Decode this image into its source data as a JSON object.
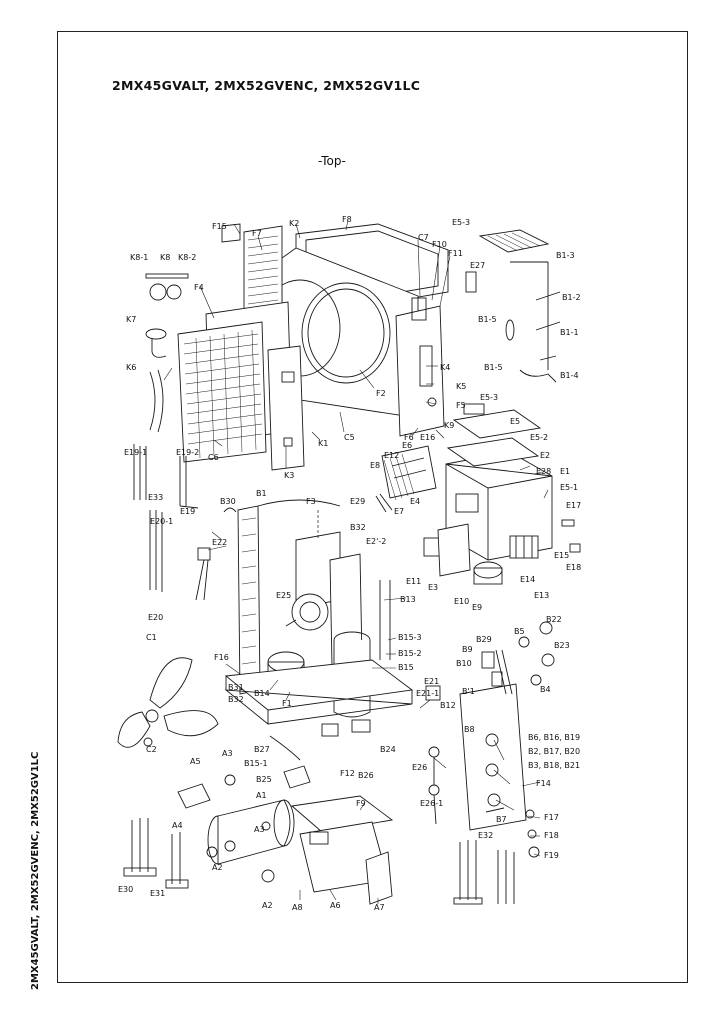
{
  "title": "2MX45GVALT, 2MX52GVENC, 2MX52GV1LC",
  "view_label": "-Top-",
  "side_text": "2MX45GVALT, 2MX52GVENC, 2MX52GV1LC",
  "part_labels": {
    "F15": "F15",
    "F7": "F7",
    "K2": "K2",
    "F8": "F8",
    "E5_3a": "E5-3",
    "K8_1": "K8-1",
    "K8": "K8",
    "K8_2": "K8-2",
    "C7": "C7",
    "F10": "F10",
    "F11": "F11",
    "E27": "E27",
    "B1_3": "B1-3",
    "B1_2": "B1-2",
    "F4": "F4",
    "K7": "K7",
    "B1_5a": "B1-5",
    "B1_1": "B1-1",
    "B1_5b": "B1-5",
    "B1_4": "B1-4",
    "K6": "K6",
    "K4": "K4",
    "K5": "K5",
    "F5": "F5",
    "F2": "F2",
    "C5": "C5",
    "K1": "K1",
    "C6": "C6",
    "K3": "K3",
    "F6": "F6",
    "K9": "K9",
    "E5_3b": "E5-3",
    "E5": "E5",
    "E5_2": "E5-2",
    "E6": "E6",
    "E16": "E16",
    "E2": "E2",
    "E19_1": "E19-1",
    "E19_2": "E19-2",
    "E12": "E12",
    "E8": "E8",
    "E28": "E28",
    "E1": "E1",
    "E33": "E33",
    "E29": "E29",
    "E4": "E4",
    "E5_1": "E5-1",
    "B30": "B30",
    "B1": "B1",
    "F3": "F3",
    "E17": "E17",
    "E18": "E18",
    "E7": "E7",
    "E20_1": "E20-1",
    "B32": "B32",
    "E2_2": "E2'-2",
    "E22": "E22",
    "E11": "E11",
    "E3": "E3",
    "E15": "E15",
    "E19": "E19",
    "E14": "E14",
    "E25": "E25",
    "B13": "B13",
    "E10": "E10",
    "E9": "E9",
    "E13": "E13",
    "E20": "E20",
    "B22": "B22",
    "C1": "C1",
    "B5": "B5",
    "B23": "B23",
    "B15_3": "B15-3",
    "B29": "B29",
    "B9": "B9",
    "F16": "F16",
    "B15_2": "B15-2",
    "B15": "B15",
    "B10": "B10",
    "E21": "E21",
    "B11": "B'1",
    "B4": "B4",
    "E21_1": "E21-1",
    "B31": "B31",
    "B12": "B12",
    "B32b": "B32",
    "B14": "B14",
    "F1": "F1",
    "C2": "C2",
    "B8": "B8",
    "B6": "B6, B16, B19",
    "B2": "B2, B17, B20",
    "B3": "B3, B18, B21",
    "B27": "B27",
    "B24": "B24",
    "B15_1": "B15-1",
    "E26": "E26",
    "A5": "A5",
    "A3a": "A3",
    "F12": "F12",
    "B26": "B26",
    "F14": "F14",
    "A1": "A1",
    "B25": "B25",
    "F9": "F9",
    "E26_1": "E26-1",
    "B7": "B7",
    "A4": "A4",
    "F17": "F17",
    "A3b": "A3",
    "E32": "E32",
    "F18": "F18",
    "F19": "F19",
    "A2a": "A2",
    "E30": "E30",
    "E31": "E31",
    "A2b": "A2",
    "A8": "A8",
    "A6": "A6",
    "A7": "A7"
  }
}
